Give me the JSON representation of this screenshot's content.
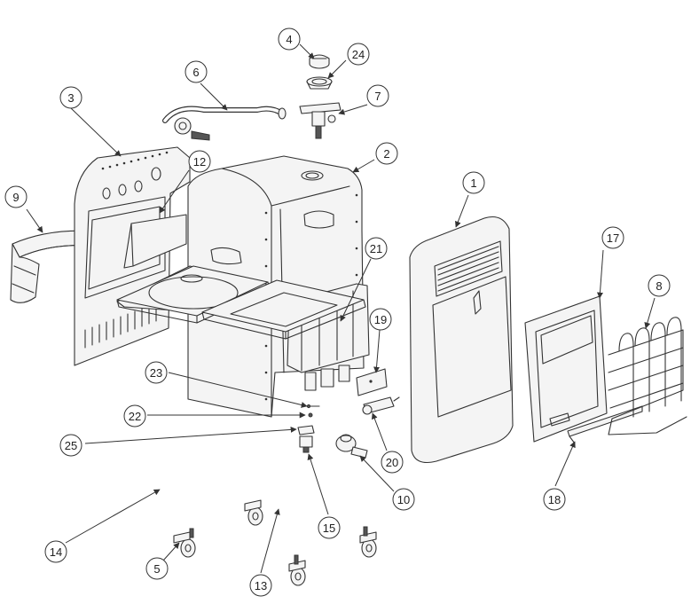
{
  "callouts": {
    "c1": "1",
    "c2": "2",
    "c3": "3",
    "c4": "4",
    "c5": "5",
    "c6": "6",
    "c7": "7",
    "c8": "8",
    "c9": "9",
    "c10": "10",
    "c12": "12",
    "c13": "13",
    "c14": "14",
    "c15": "15",
    "c17": "17",
    "c18": "18",
    "c19": "19",
    "c20": "20",
    "c21": "21",
    "c22": "22",
    "c23": "23",
    "c24": "24",
    "c25": "25"
  }
}
